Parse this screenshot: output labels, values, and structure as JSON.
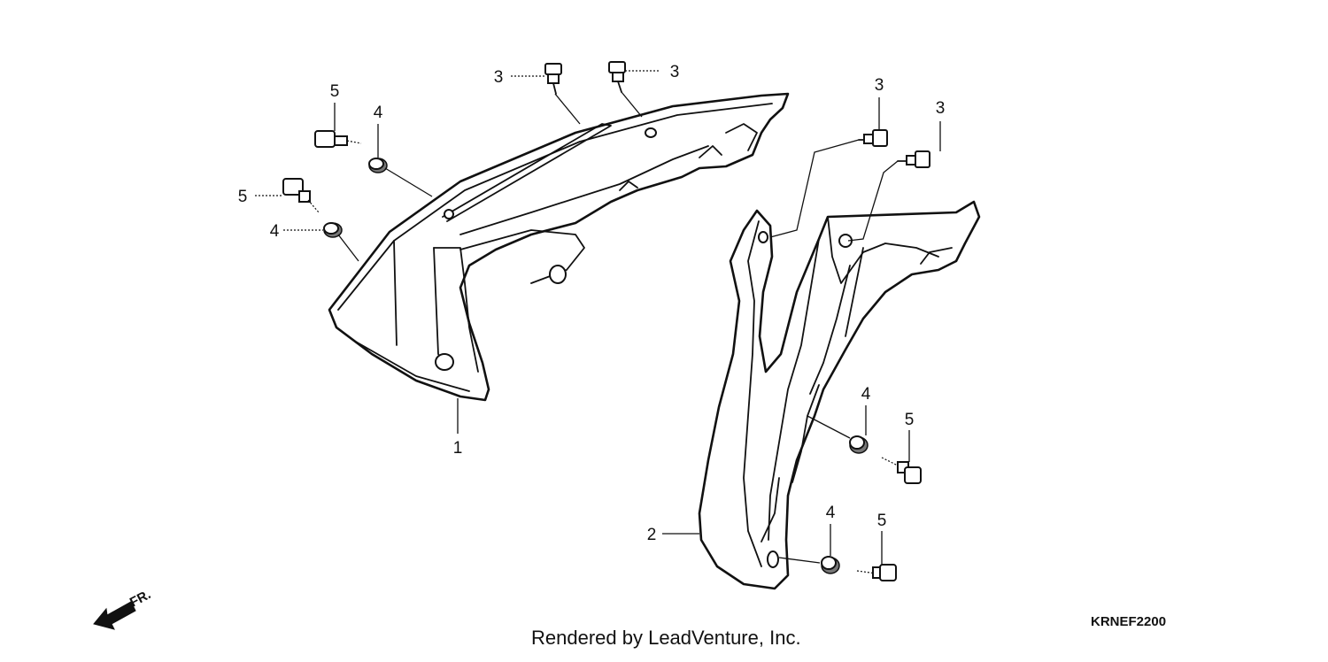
{
  "diagram": {
    "callouts": {
      "c1": "1",
      "c2": "2",
      "c3a": "3",
      "c3b": "3",
      "c3c": "3",
      "c3d": "3",
      "c4a": "4",
      "c4b": "4",
      "c4c": "4",
      "c4d": "4",
      "c5a": "5",
      "c5b": "5",
      "c5c": "5",
      "c5d": "5"
    },
    "direction_label": "FR."
  },
  "footer": {
    "credit": "Rendered by LeadVenture, Inc.",
    "diagram_code": "KRNEF2200"
  }
}
